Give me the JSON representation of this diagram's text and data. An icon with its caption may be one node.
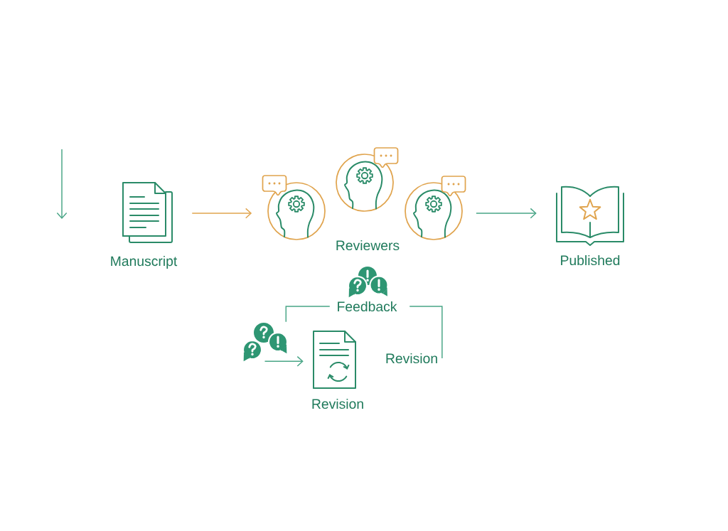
{
  "diagram": {
    "nodes": [
      {
        "text": [
          "Manuscript"
        ]
      },
      {
        "text": [],
        "shape": "circle"
      },
      {
        "text": [],
        "shape": "circle"
      },
      {
        "text": [],
        "shape": "circle"
      },
      {
        "text": [
          "Published"
        ]
      },
      {
        "text": [
          "Feedback"
        ]
      },
      {
        "text": [],
        "shape": "picture"
      },
      {
        "text": [
          "Revision"
        ]
      },
      {
        "text": [
          "Revision"
        ]
      }
    ],
    "edges": [
      {
        "from": 0,
        "to": 1,
        "arrow": "to",
        "color": "#e0a44e"
      },
      {
        "from": 3,
        "to": 4,
        "arrow": "to"
      },
      {
        "from": 6,
        "to": 5,
        "arrow": "none"
      },
      {
        "from": 5,
        "to": 8,
        "arrow": "none"
      },
      {
        "from": 6,
        "to": 7,
        "arrow": "to"
      }
    ],
    "labels": [
      "Reviewers"
    ]
  }
}
